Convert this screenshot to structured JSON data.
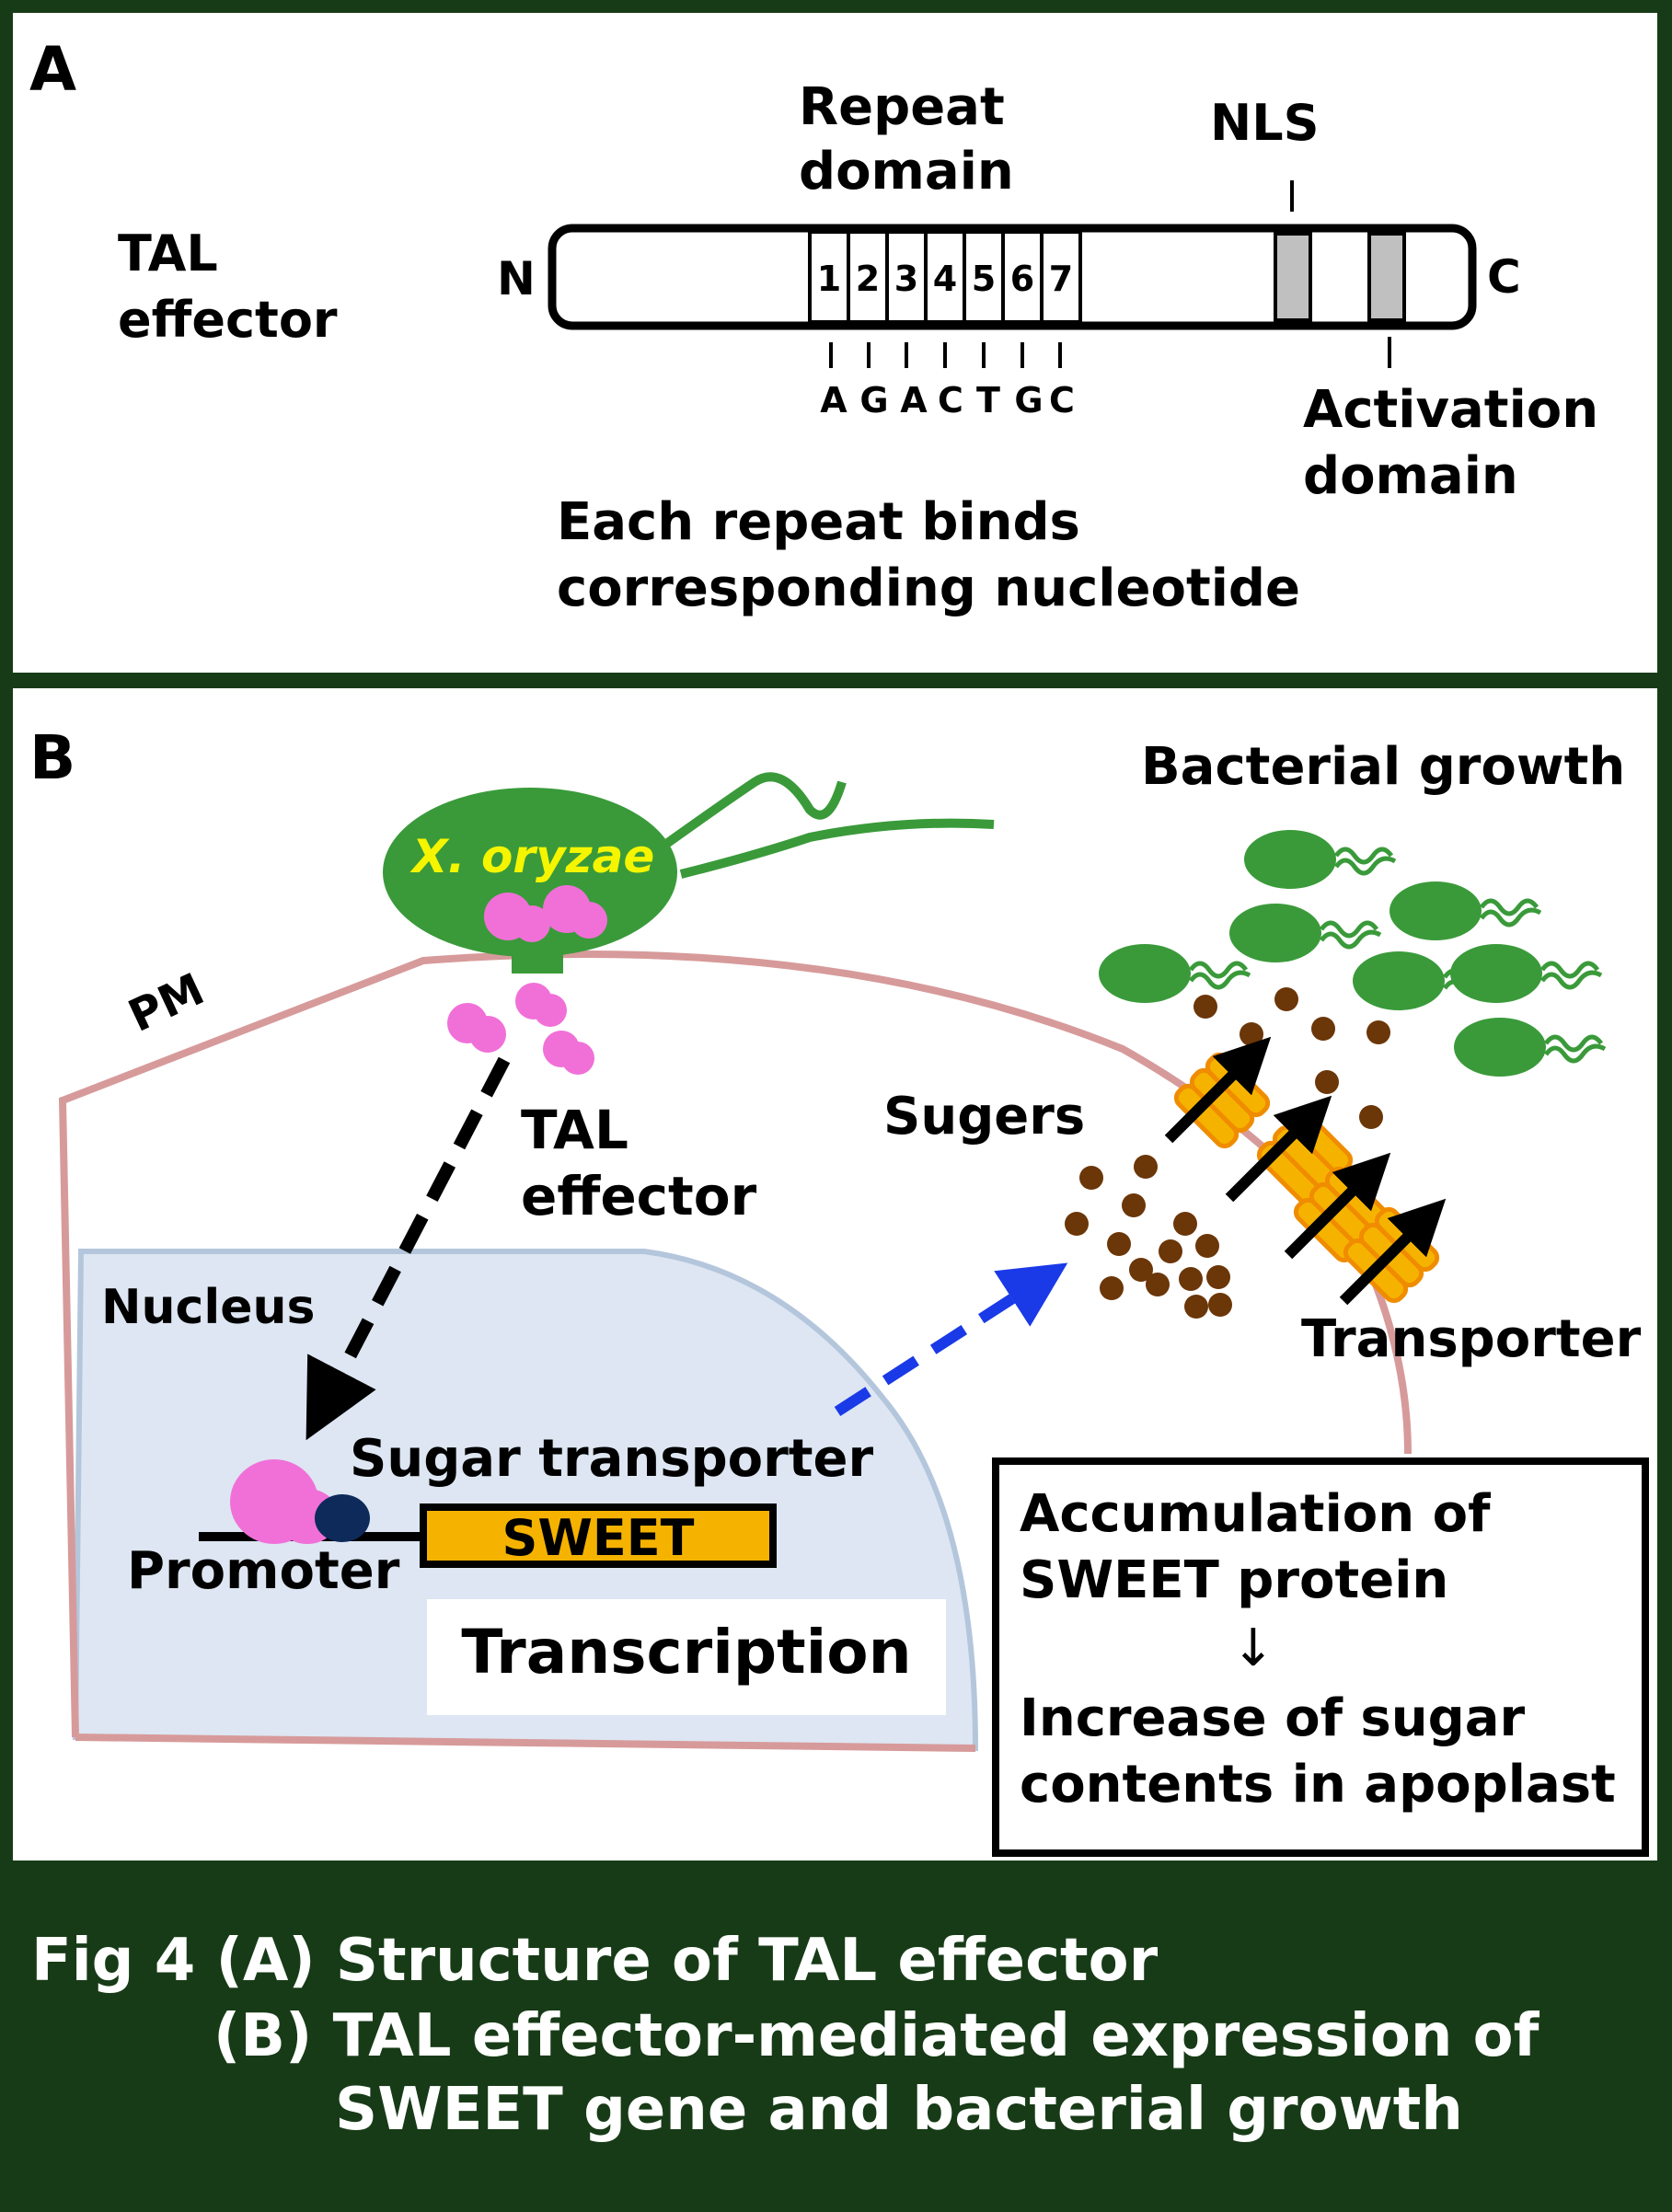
{
  "panel_a": {
    "letter": "A",
    "protein_label": [
      "TAL",
      "effector"
    ],
    "n_terminus": "N",
    "c_terminus": "C",
    "repeat_domain": [
      "Repeat",
      "domain"
    ],
    "repeats": [
      "1",
      "2",
      "3",
      "4",
      "5",
      "6",
      "7"
    ],
    "nucleotides": [
      "A",
      "G",
      "A",
      "C",
      "T",
      "G",
      "C"
    ],
    "nls": "NLS",
    "activation_domain": [
      "Activation",
      "domain"
    ],
    "note": [
      "Each repeat binds",
      "corresponding nucleotide"
    ]
  },
  "panel_b": {
    "letter": "B",
    "bacterial_growth": "Bacterial growth",
    "bacterium": "X. oryzae",
    "pm": "PM",
    "tal_effector": [
      "TAL",
      "effector"
    ],
    "sugars": "Sugers",
    "nucleus": "Nucleus",
    "transporter": "Transporter",
    "sugar_transporter": "Sugar transporter",
    "sweet_gene": "SWEET",
    "promoter": "Promoter",
    "transcription": "Transcription",
    "result_box": {
      "line1": "Accumulation of",
      "line2": "SWEET protein",
      "arrow": "↓",
      "line3": "Increase of sugar",
      "line4": "contents in apoplast"
    }
  },
  "caption": {
    "line1": "Fig 4 (A) Structure of TAL effector",
    "line2": "(B) TAL effector-mediated expression of",
    "line3": "SWEET gene and bacterial growth"
  },
  "colors": {
    "frame": "#173b17",
    "bacterium": "#3a9a3a",
    "tal_protein": "#f070d8",
    "transporter": "#f5b300",
    "sugar": "#6b3608",
    "membrane": "#d79a9a",
    "nucleus": "#dde6f2",
    "blue_arrow": "#1a3ae8",
    "bacterium_label": "#f5f500"
  }
}
